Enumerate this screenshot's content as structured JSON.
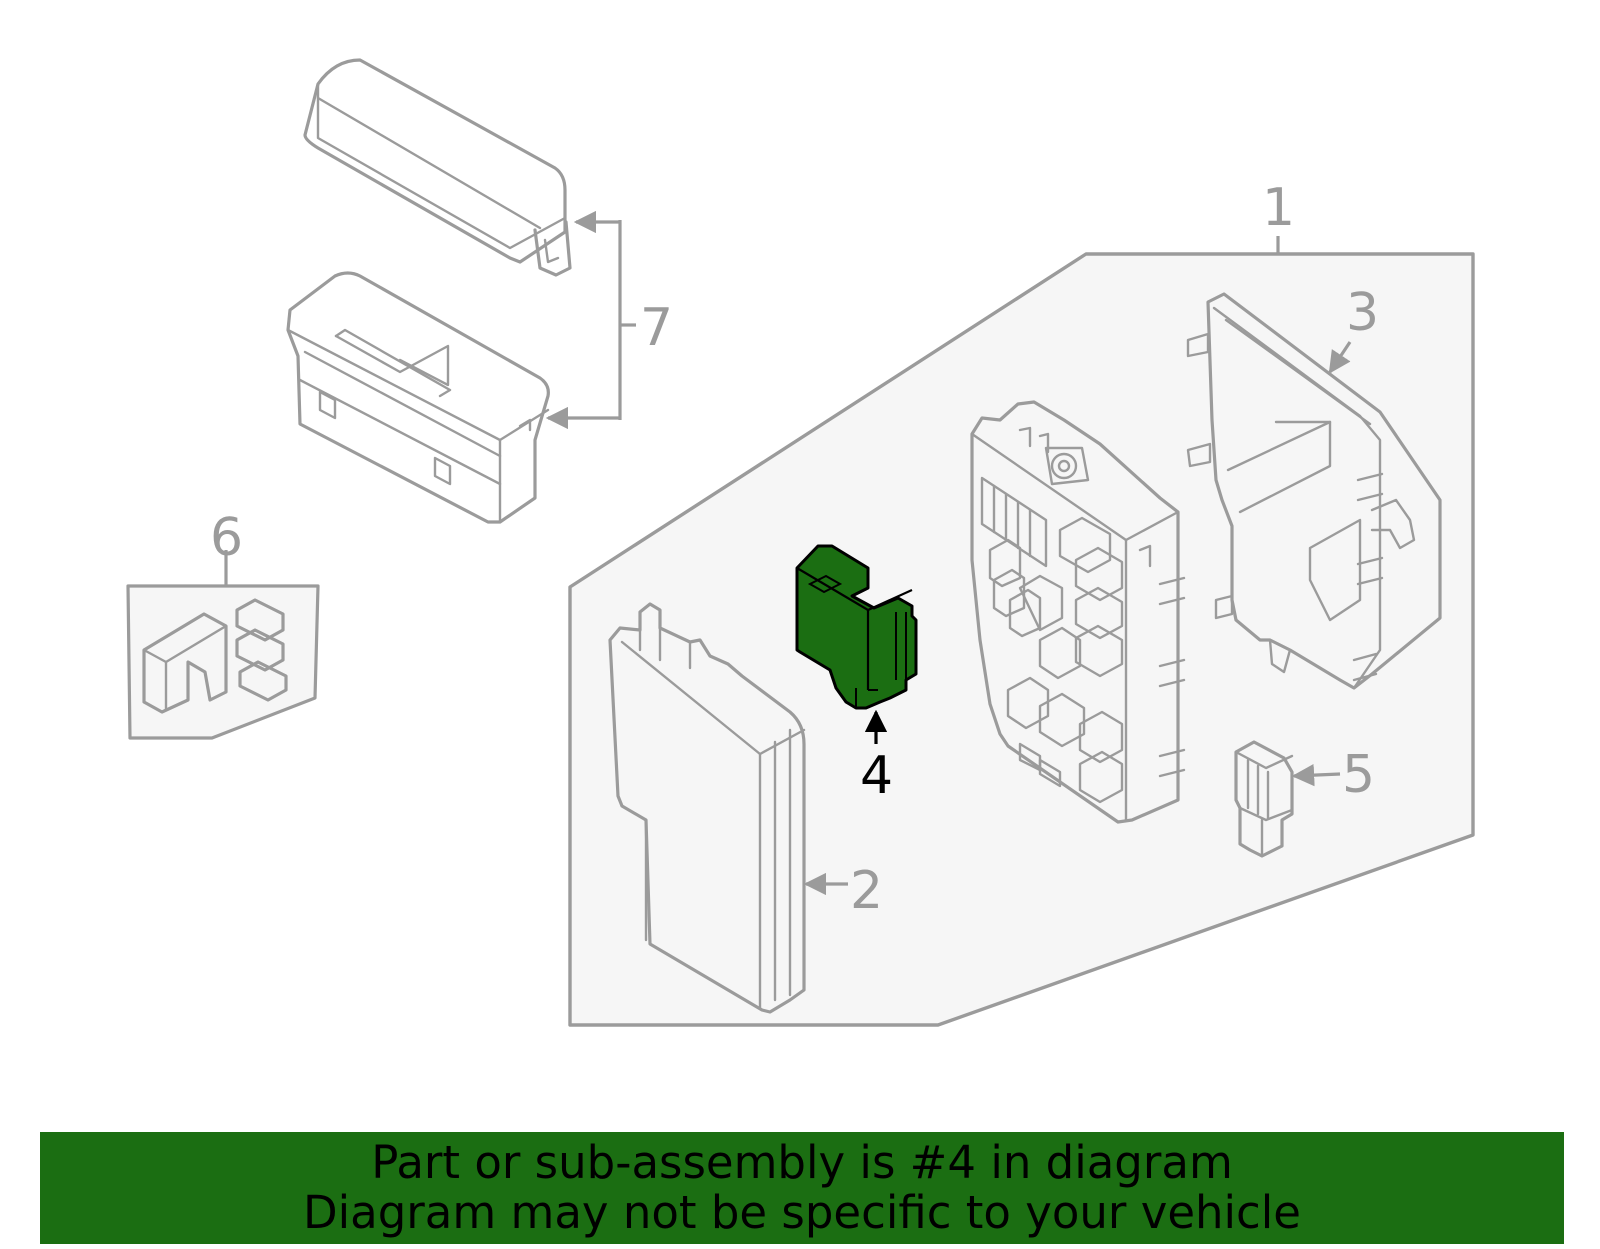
{
  "callouts": {
    "c1": "1",
    "c2": "2",
    "c3": "3",
    "c4": "4",
    "c5": "5",
    "c6": "6",
    "c7": "7"
  },
  "highlight": {
    "part_number": "4",
    "fill_color": "#1b6e12"
  },
  "banner": {
    "line1": "Part or sub-assembly is #4 in diagram",
    "line2": "Diagram may not be specific to your vehicle",
    "background_color": "#1b6e12"
  }
}
